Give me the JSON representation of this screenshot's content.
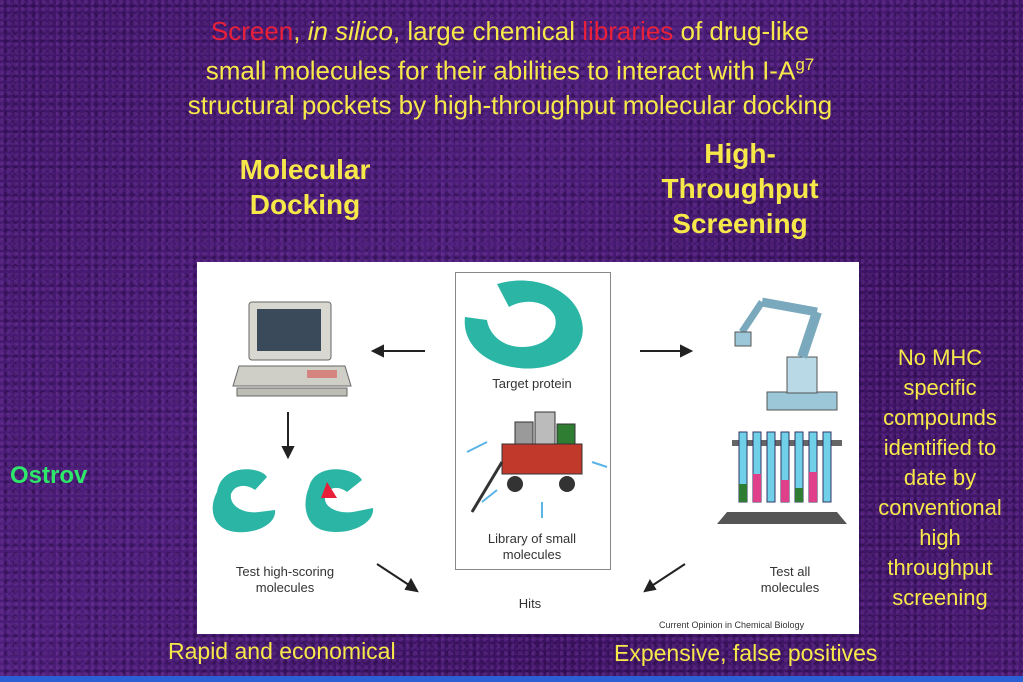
{
  "title": {
    "line1_screen": "Screen",
    "line1_comma": ", ",
    "line1_in_silico": "in silico",
    "line1_mid": ", large chemical ",
    "line1_libraries": "libraries",
    "line1_end": " of drug-like",
    "line2_text": "small molecules for their abilities to interact with I-A",
    "line2_sup": "g7",
    "line3": "structural pockets by high-throughput molecular docking"
  },
  "headings": {
    "molecular_docking_1": "Molecular",
    "molecular_docking_2": "Docking",
    "hts_1": "High-",
    "hts_2": "Throughput",
    "hts_3": "Screening"
  },
  "side_note": [
    "No MHC",
    "specific",
    "compounds",
    "identified to",
    "date by",
    "conventional",
    "high",
    "throughput",
    "screening"
  ],
  "author": "Ostrov",
  "bottom_left": "Rapid and economical",
  "bottom_right": "Expensive, false positives",
  "figure": {
    "target_protein": "Target protein",
    "library_1": "Library of small",
    "library_2": "molecules",
    "test_high_1": "Test high-scoring",
    "test_high_2": "molecules",
    "test_all_1": "Test all",
    "test_all_2": "molecules",
    "hits": "Hits",
    "credit": "Current Opinion in Chemical Biology"
  },
  "colors": {
    "yellow": "#f7e84a",
    "red": "#e8203a",
    "green": "#2ee86a",
    "protein_teal": "#2bb5a5"
  }
}
